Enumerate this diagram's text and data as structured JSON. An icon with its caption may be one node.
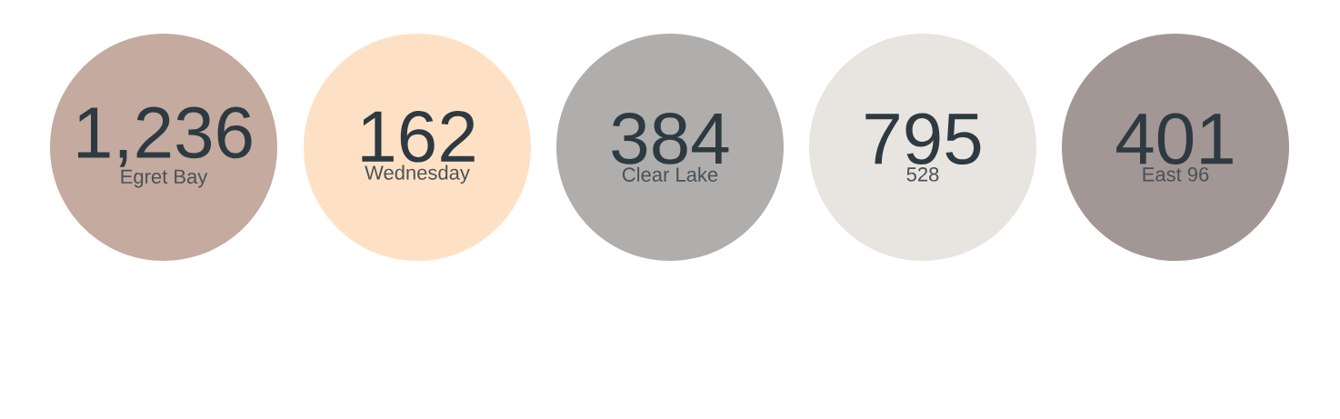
{
  "diagram": {
    "nodes": [
      {
        "text": [
          "1,236",
          "Egret Bay"
        ]
      },
      {
        "text": [
          "162",
          "Wednesday"
        ]
      },
      {
        "text": [
          "384",
          "Clear Lake"
        ]
      },
      {
        "text": [
          "795",
          "528"
        ]
      },
      {
        "text": [
          "401",
          "East 96"
        ]
      }
    ]
  }
}
